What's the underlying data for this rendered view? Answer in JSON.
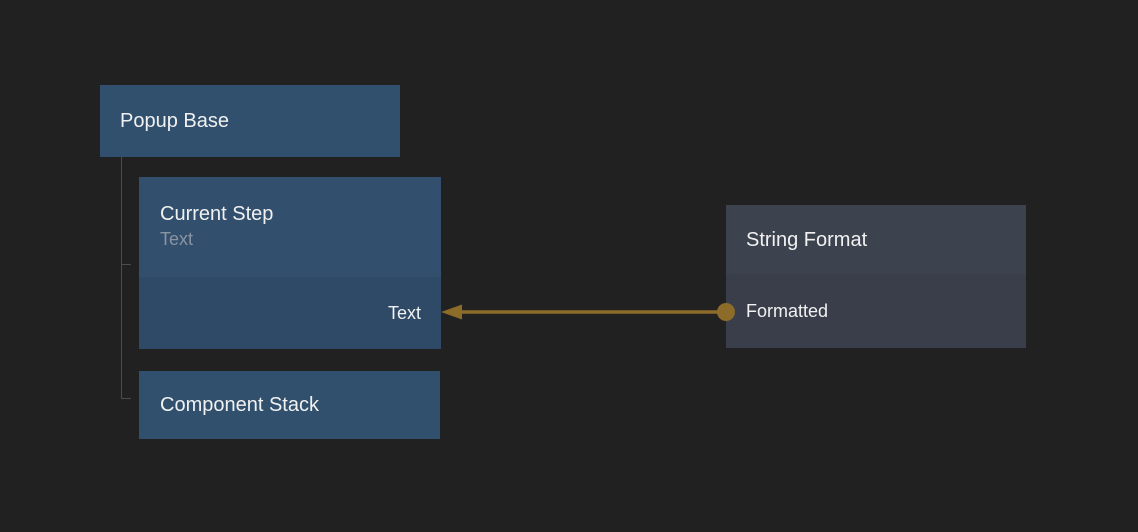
{
  "graph": {
    "nodes": {
      "popup_base": {
        "title": "Popup Base"
      },
      "current_step": {
        "title": "Current Step",
        "subtitle": "Text",
        "input_port": "Text"
      },
      "component_stack": {
        "title": "Component Stack"
      },
      "string_format": {
        "title": "String Format",
        "output_port": "Formatted"
      }
    },
    "hierarchy": {
      "root": "Popup Base",
      "children": [
        "Current Step",
        "Component Stack"
      ]
    },
    "connection": {
      "from_node": "String Format",
      "from_port": "Formatted",
      "to_node": "Current Step",
      "to_port": "Text",
      "color": "#8d6c29"
    }
  },
  "colors": {
    "background": "#212121",
    "hierarchy_node": "#31506e",
    "hierarchy_node_port_row": "#2f4a67",
    "function_node_header": "#3d424f",
    "function_node_port_row": "#3a3e4a",
    "title_text": "#f1f1f1",
    "subtitle_text": "#8b93a0",
    "tree_line": "#4c4c4c",
    "wire": "#8d6c29"
  }
}
